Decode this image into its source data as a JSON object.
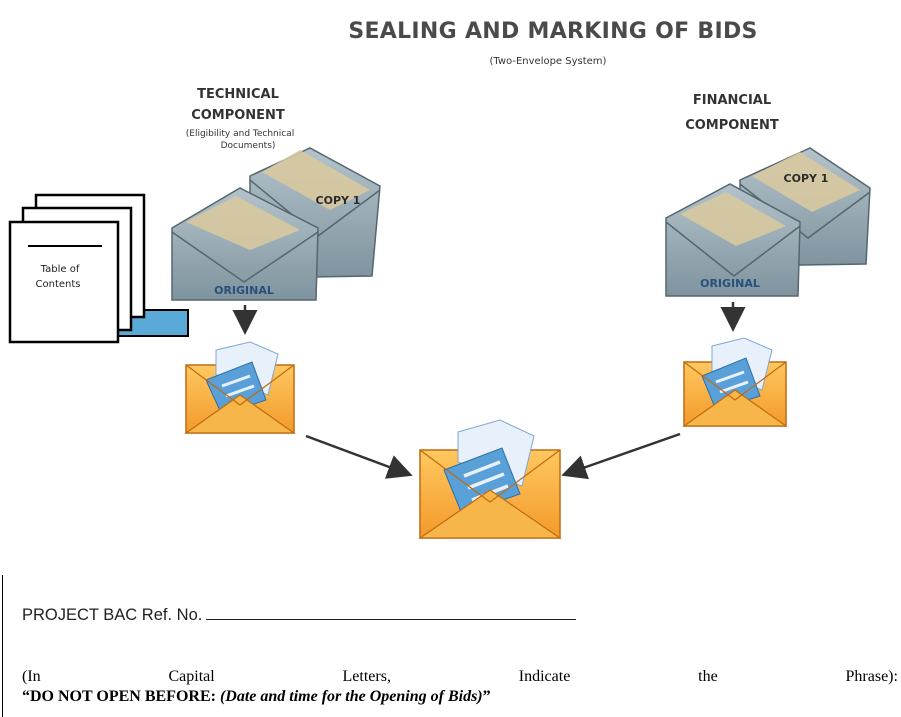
{
  "diagram": {
    "title": "SEALING AND MARKING OF BIDS",
    "subtitle": "(Two-Envelope System)",
    "technical": {
      "heading_line1": "TECHNICAL",
      "heading_line2": "COMPONENT",
      "note_line1": "(Eligibility and Technical",
      "note_line2": "Documents)",
      "copy_label": "COPY 1",
      "original_label": "ORIGINAL"
    },
    "financial": {
      "heading_line1": "FINANCIAL",
      "heading_line2": "COMPONENT",
      "copy_label": "COPY 1",
      "original_label": "ORIGINAL"
    },
    "toc": {
      "line1": "Table of",
      "line2": "Contents"
    },
    "colors": {
      "envelope_gray": "#8ea2ad",
      "envelope_orange": "#f4a53a",
      "document_blue": "#5aa0d8",
      "tape": "#d8c9a0"
    }
  },
  "form": {
    "ref_label": "PROJECT BAC Ref. No.",
    "instruction_words": [
      "(In",
      "Capital",
      "Letters,",
      "Indicate",
      "the",
      "Phrase):"
    ],
    "phrase_open_quote": "“",
    "phrase_bold": "DO NOT OPEN BEFORE: ",
    "phrase_italic": "(Date and time for the Opening of Bids)",
    "phrase_close_quote": "”"
  }
}
